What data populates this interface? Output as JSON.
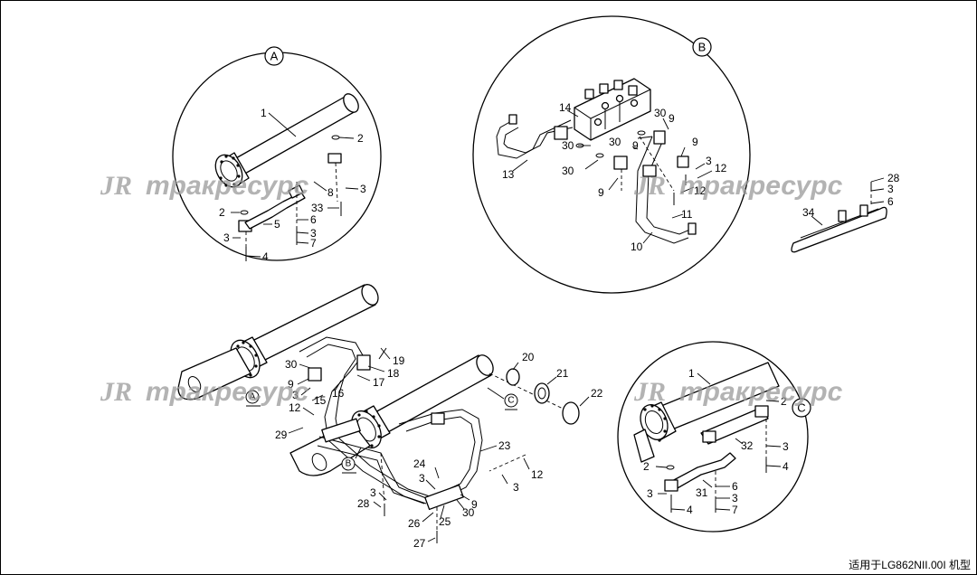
{
  "detail_labels": {
    "a": "A",
    "b": "B",
    "c": "C"
  },
  "watermark": {
    "logo": "JR",
    "text": "тракресурс"
  },
  "footer": "适用于LG862NII.00I 机型",
  "callouts": {
    "a": [
      "1",
      "2",
      "2",
      "8",
      "3",
      "5",
      "6",
      "33",
      "3",
      "3",
      "7",
      "4"
    ],
    "b": [
      "14",
      "13",
      "30",
      "30",
      "30",
      "9",
      "9",
      "9",
      "9",
      "3",
      "12",
      "12",
      "11",
      "10"
    ],
    "side": [
      "28",
      "3",
      "6",
      "34"
    ],
    "main": [
      "19",
      "18",
      "17",
      "30",
      "9",
      "3",
      "15",
      "16",
      "12",
      "29",
      "20",
      "21",
      "22",
      "23",
      "24",
      "3",
      "25",
      "30",
      "9",
      "26",
      "27",
      "28",
      "3",
      "3",
      "12"
    ],
    "c": [
      "1",
      "2",
      "32",
      "3",
      "4",
      "2",
      "31",
      "3",
      "6",
      "3",
      "4",
      "7"
    ]
  }
}
